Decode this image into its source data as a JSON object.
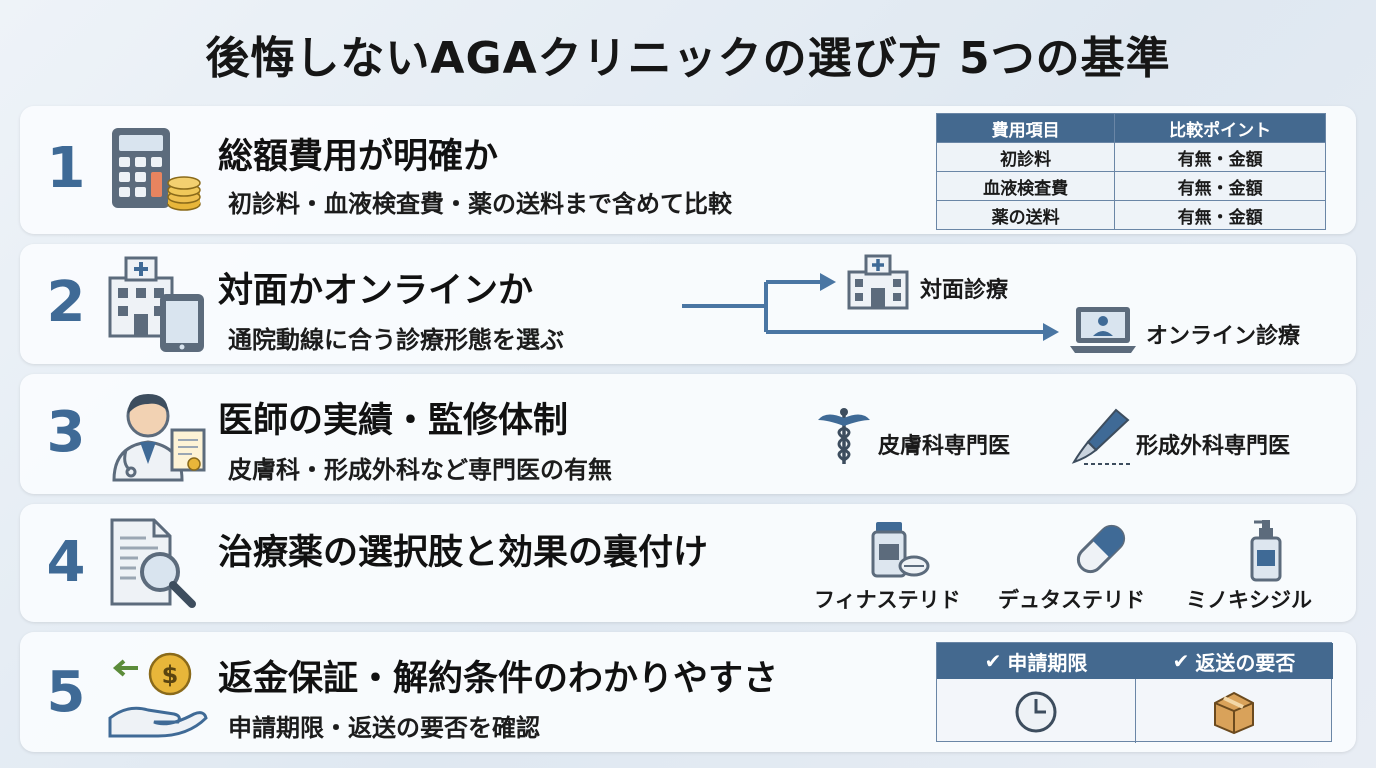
{
  "title": "後悔しないAGAクリニックの選び方 5つの基準",
  "rows": [
    {
      "num": "1",
      "title": "総額費用が明確か",
      "sub": "初診料・血液検査費・薬の送料まで含めて比較",
      "icon": "calculator-coins-icon",
      "table": {
        "headers": [
          "費用項目",
          "比較ポイント"
        ],
        "rows": [
          [
            "初診料",
            "有無・金額"
          ],
          [
            "血液検査費",
            "有無・金額"
          ],
          [
            "薬の送料",
            "有無・金額"
          ]
        ]
      }
    },
    {
      "num": "2",
      "title": "対面かオンラインか",
      "sub": "通院動線に合う診療形態を選ぶ",
      "icon": "hospital-tablet-icon",
      "options": [
        {
          "label": "対面診療",
          "icon": "hospital-icon"
        },
        {
          "label": "オンライン診療",
          "icon": "laptop-video-icon"
        }
      ]
    },
    {
      "num": "3",
      "title": "医師の実績・監修体制",
      "sub": "皮膚科・形成外科など専門医の有無",
      "icon": "doctor-certificate-icon",
      "specialists": [
        {
          "label": "皮膚科専門医",
          "icon": "caduceus-icon"
        },
        {
          "label": "形成外科専門医",
          "icon": "scalpel-icon"
        }
      ]
    },
    {
      "num": "4",
      "title": "治療薬の選択肢と効果の裏付け",
      "icon": "document-magnifier-icon",
      "medicines": [
        {
          "label": "フィナステリド",
          "icon": "pill-bottle-icon"
        },
        {
          "label": "デュタステリド",
          "icon": "capsule-icon"
        },
        {
          "label": "ミノキシジル",
          "icon": "spray-bottle-icon"
        }
      ]
    },
    {
      "num": "5",
      "title": "返金保証・解約条件のわかりやすさ",
      "sub": "申請期限・返送の要否を確認",
      "icon": "refund-hand-coin-icon",
      "checks": [
        {
          "label": "申請期限",
          "icon": "clock-icon"
        },
        {
          "label": "返送の要否",
          "icon": "package-icon"
        }
      ]
    }
  ],
  "colors": {
    "accent": "#3f6a96",
    "header": "#44698f",
    "coin": "#e8b63a",
    "arrow": "#4a76a3"
  }
}
